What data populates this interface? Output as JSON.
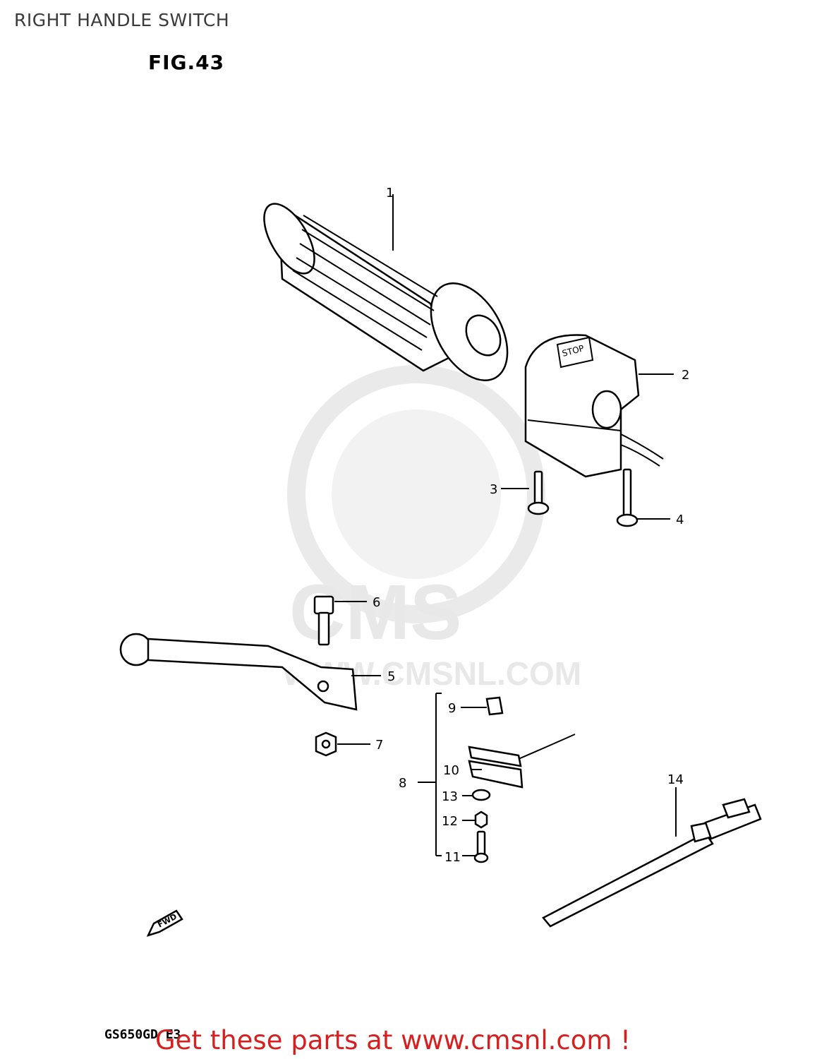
{
  "page": {
    "title": "RIGHT HANDLE SWITCH",
    "figure": "FIG.43",
    "model_code": "GS650GD E3",
    "promo": "Get these parts at www.cmsnl.com !"
  },
  "watermark": {
    "brand": "CMS",
    "url": "WWW.CMSNL.COM"
  },
  "direction": {
    "label": "FWD"
  },
  "grip_label": "STOP",
  "callouts": {
    "c1": "1",
    "c2": "2",
    "c3": "3",
    "c4": "4",
    "c5": "5",
    "c6": "6",
    "c7": "7",
    "c8": "8",
    "c9": "9",
    "c10": "10",
    "c11": "11",
    "c12": "12",
    "c13": "13",
    "c14": "14"
  }
}
